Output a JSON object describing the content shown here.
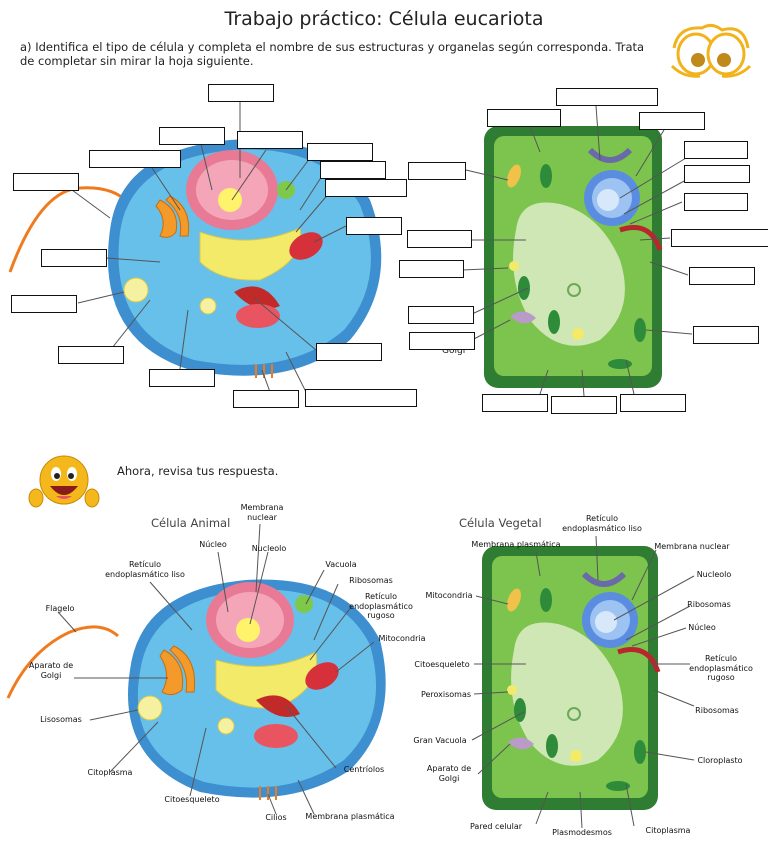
{
  "title": "Trabajo práctico: Célula eucariota",
  "instructions": "a) Identifica el tipo de célula y completa el nombre de sus estructuras y organelas según corresponda. Trata de completar sin mirar la hoja siguiente.",
  "review_text": "Ahora, revisa tus respuesta.",
  "top_stray_text": "Golgi",
  "animal": {
    "heading": "Célula Animal",
    "labels": {
      "membrana_nuclear": "Membrana nuclear",
      "nucleo": "Núcleo",
      "nucleolo": "Nucleolo",
      "vacuola": "Vacuola",
      "ribosomas": "Ribosomas",
      "reticulo_rugoso": "Retículo endoplasmático rugoso",
      "mitocondria": "Mitocondria",
      "reticulo_liso": "Retículo endoplasmático liso",
      "flagelo": "Flagelo",
      "golgi": "Aparato de Golgi",
      "lisosomas": "Lisosomas",
      "citoplasma": "Citoplasma",
      "citoesqueleto": "Citoesqueleto",
      "cilios": "Cilios",
      "membrana_plasmatica": "Membrana plasmática",
      "centriolos": "Centríolos"
    }
  },
  "plant": {
    "heading": "Célula Vegetal",
    "labels": {
      "reticulo_liso": "Retículo endoplasmático liso",
      "membrana_plasmatica": "Membrana plasmática",
      "membrana_nuclear": "Membrana nuclear",
      "mitocondria": "Mitocondria",
      "nucleolo": "Nucleolo",
      "ribosomas_1": "Ribosomas",
      "nucleo": "Núcleo",
      "citoesqueleto": "Citoesqueleto",
      "reticulo_rugoso": "Retículo endoplasmático rugoso",
      "peroxisomas": "Peroxisomas",
      "ribosomas_2": "Ribosomas",
      "gran_vacuola": "Gran Vacuola",
      "cloroplasto": "Cloroplasto",
      "golgi": "Aparato de Golgi",
      "pared_celular": "Pared celular",
      "plasmodesmos": "Plasmodesmos",
      "citoplasma": "Citoplasma"
    }
  },
  "colors": {
    "cytoplasm_blue": "#5fb8e8",
    "membrane_blue": "#3d8fd0",
    "nucleus_pink": "#e8708f",
    "plant_wall": "#2f7d32",
    "plant_cytoplasm": "#7cc44e",
    "vacuole": "#cfe7b5",
    "flagellum": "#f07b1f"
  }
}
